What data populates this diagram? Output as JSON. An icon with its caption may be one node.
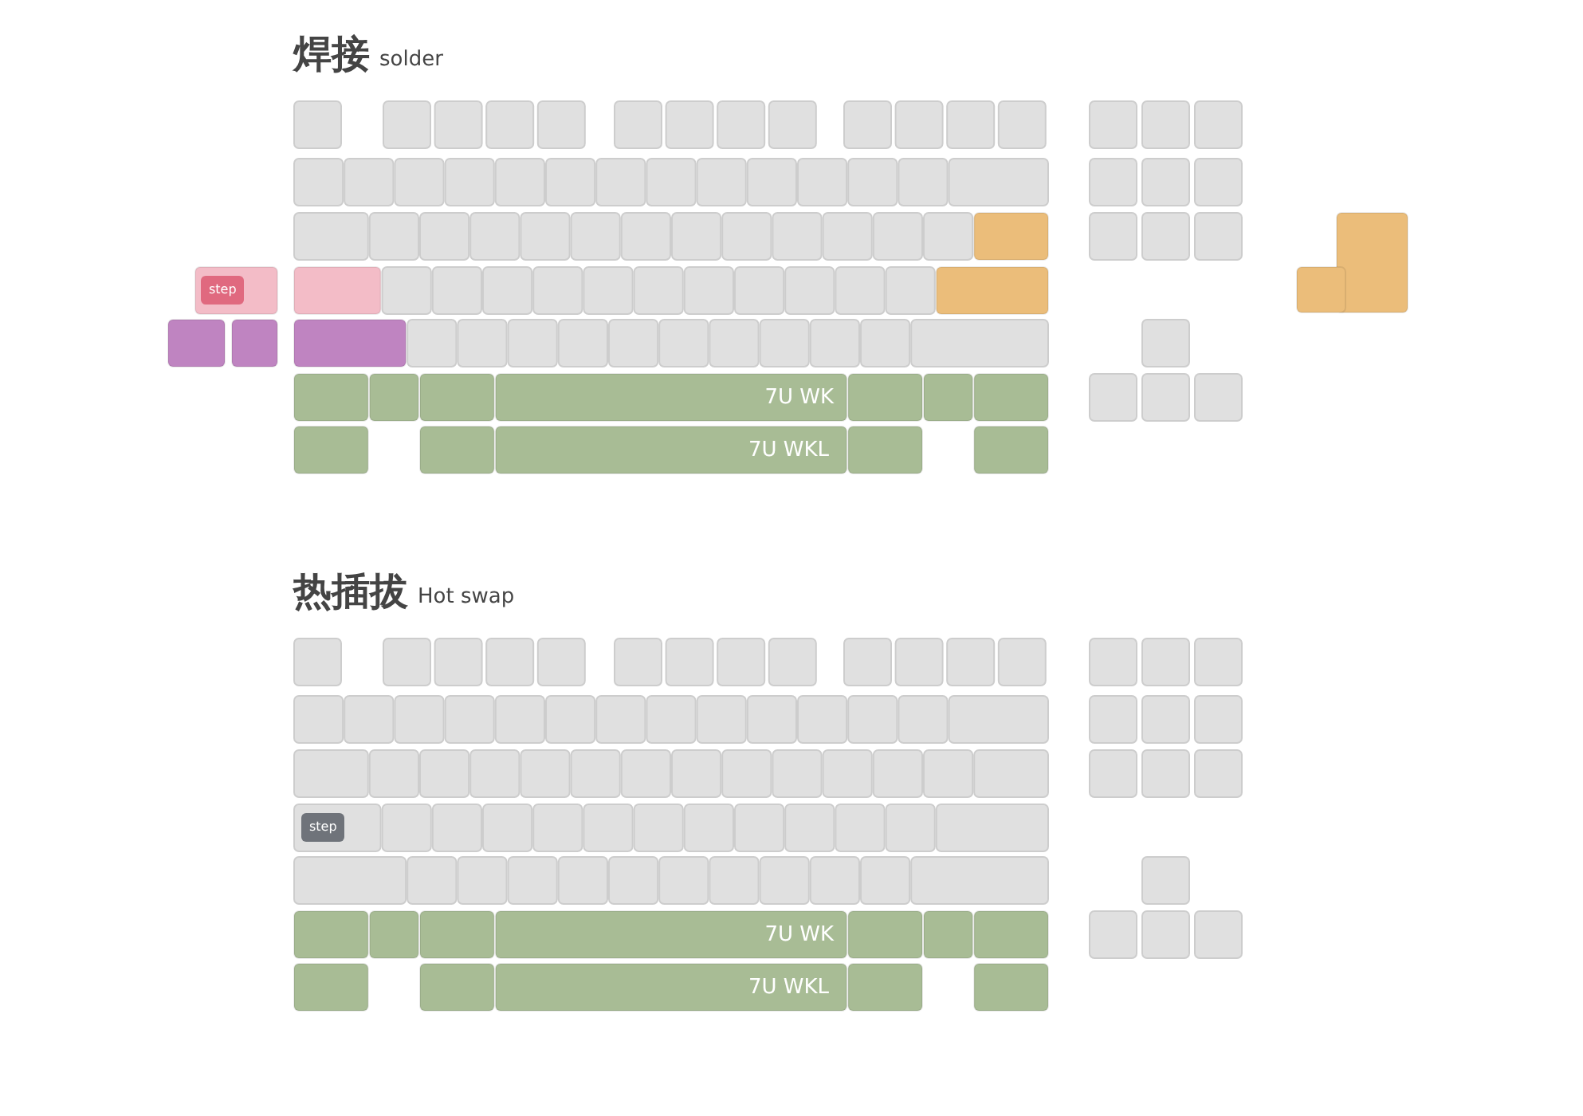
{
  "diagram": {
    "labels": [
      "焊接",
      "solder",
      "step",
      "7U WK",
      "7U WKL",
      "热插拔",
      "Hot swap",
      "step",
      "7U WK",
      "7U WKL"
    ]
  }
}
